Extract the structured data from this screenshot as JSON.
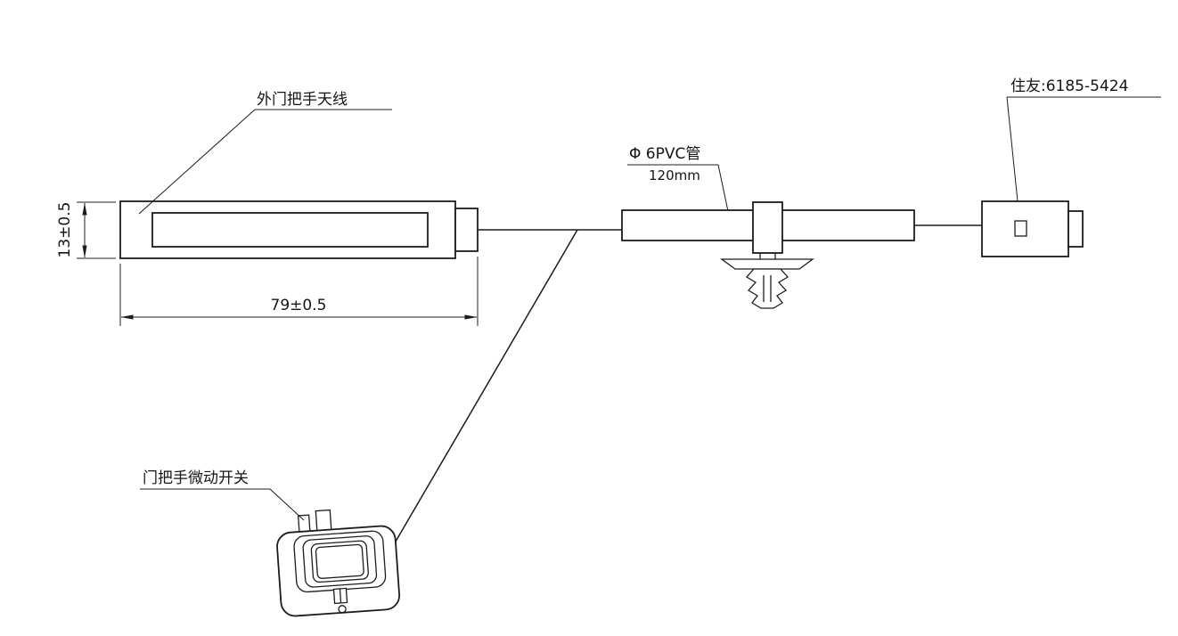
{
  "sheet": {
    "background": "#ffffff",
    "line_color": "#1c1c1c"
  },
  "callouts": {
    "antenna": "外门把手天线",
    "tube": "Φ 6PVC管",
    "tube_length": "120mm",
    "connector": "住友:6185-5424",
    "switch": "门把手微动开关"
  },
  "dimensions": {
    "antenna_length": "79±0.5",
    "antenna_height": "13±0.5"
  }
}
